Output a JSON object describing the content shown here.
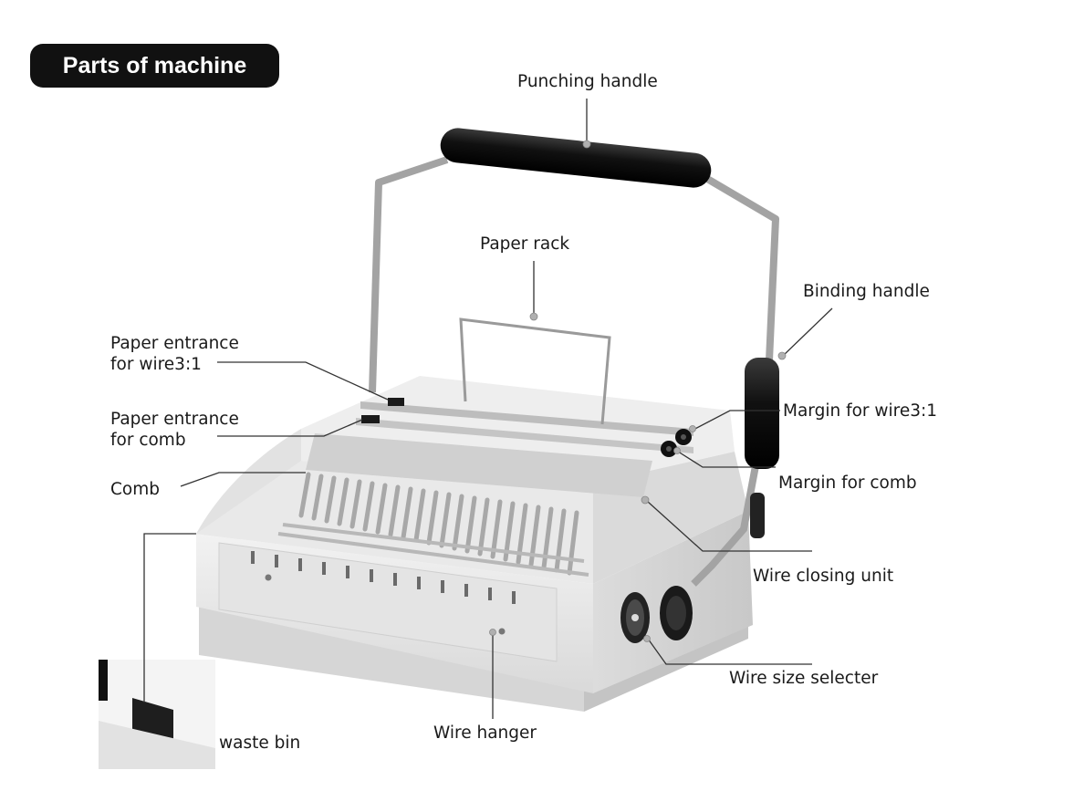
{
  "title": "Parts of machine",
  "labels": {
    "punching_handle": "Punching handle",
    "paper_rack": "Paper rack",
    "binding_handle": "Binding handle",
    "paper_entrance_wire_line1": "Paper entrance",
    "paper_entrance_wire_line2": "for wire3:1",
    "paper_entrance_comb_line1": "Paper entrance",
    "paper_entrance_comb_line2": "for comb",
    "comb": "Comb",
    "margin_wire": "Margin for wire3:1",
    "margin_comb": "Margin for comb",
    "wire_closing_unit": "Wire closing unit",
    "wire_size_selecter": "Wire size selecter",
    "wire_hanger": "Wire hanger",
    "waste_bin": "waste bin"
  },
  "colors": {
    "body": "#e6e6e6",
    "handle": "#111111",
    "metal": "#a9a9a9",
    "leader": "#333333"
  }
}
